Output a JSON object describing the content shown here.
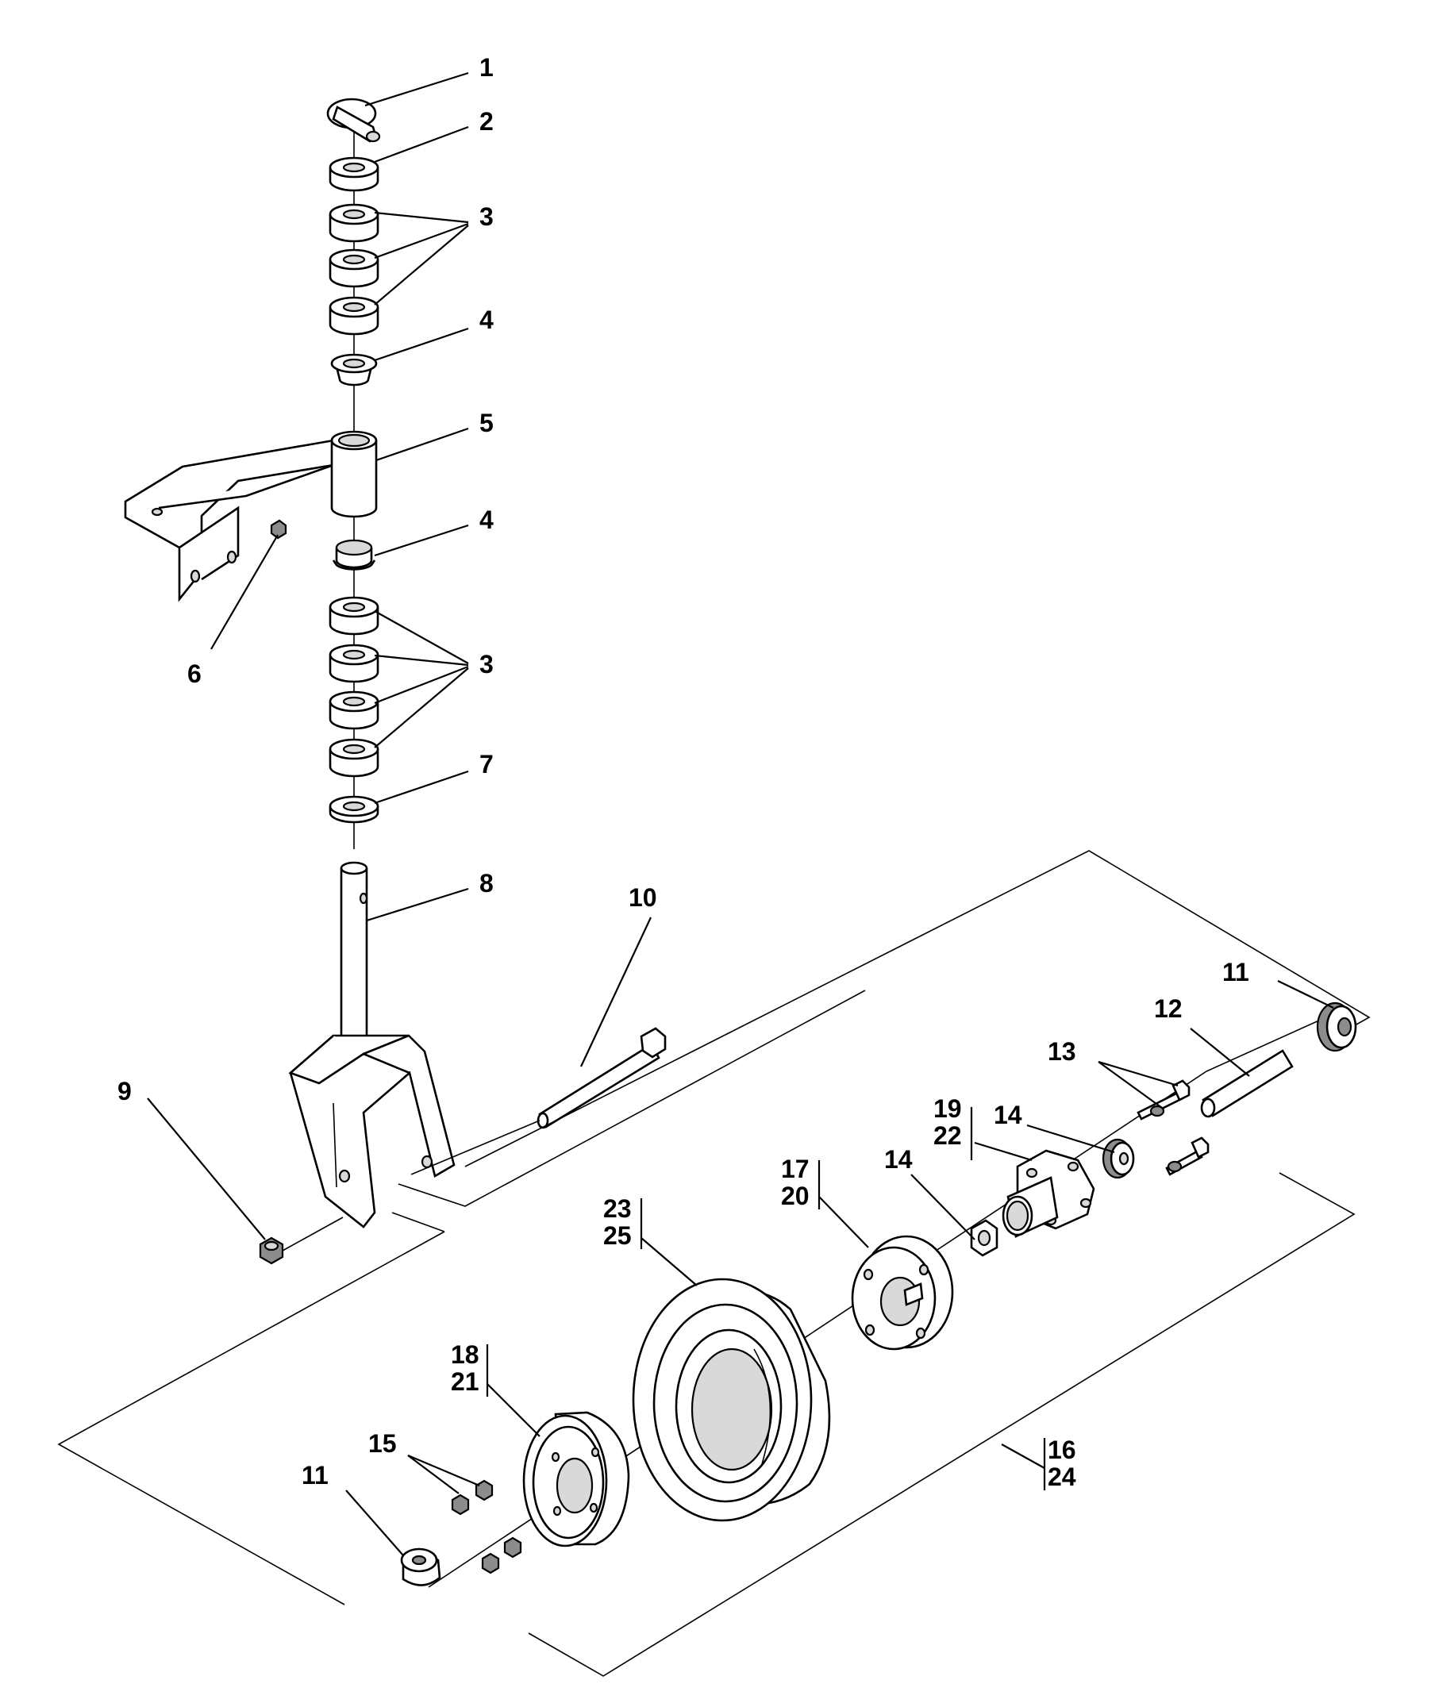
{
  "callouts": {
    "c1": "1",
    "c2": "2",
    "c3a": "3",
    "c4a": "4",
    "c5": "5",
    "c4b": "4",
    "c6": "6",
    "c3b": "3",
    "c7": "7",
    "c8": "8",
    "c9": "9",
    "c10": "10",
    "c11a": "11",
    "c12": "12",
    "c13": "13",
    "c14a": "14",
    "c14b": "14",
    "c19": "19",
    "c22": "22",
    "c17": "17",
    "c20": "20",
    "c23": "23",
    "c25": "25",
    "c18": "18",
    "c21": "21",
    "c15": "15",
    "c11b": "11",
    "c16": "16",
    "c24": "24"
  }
}
